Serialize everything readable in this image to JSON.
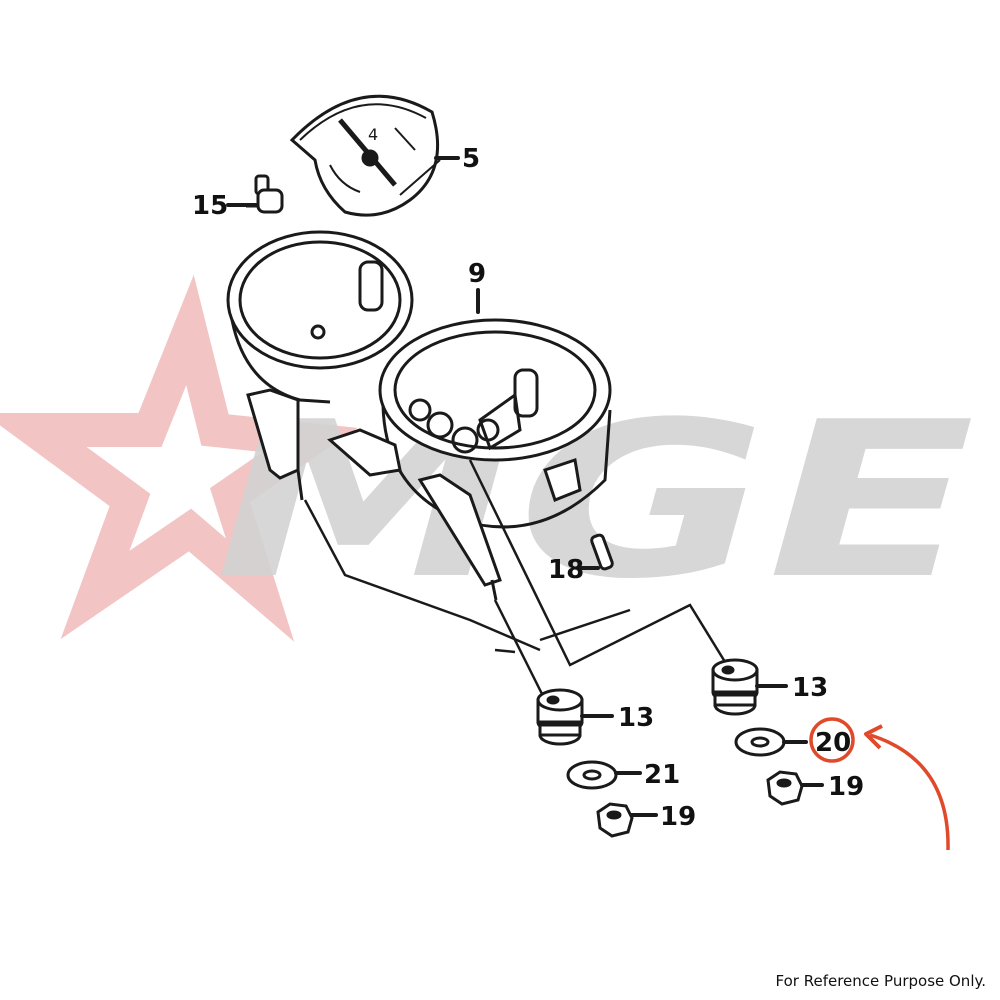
{
  "colors": {
    "line": "#1a1a1a",
    "watermark_star": "#f2c4c4",
    "watermark_text": "#d3d3d3",
    "highlight": "#e04a2a",
    "background": "#ffffff"
  },
  "watermark": {
    "text": "MGE",
    "icon": "star-icon"
  },
  "callouts": {
    "c5": "5",
    "c9": "9",
    "c13_right": "13",
    "c13_left": "13",
    "c15": "15",
    "c18": "18",
    "c19_left": "19",
    "c19_right": "19",
    "c20": "20",
    "c21": "21"
  },
  "highlighted_part": "20",
  "footer": {
    "note": "For Reference Purpose Only."
  }
}
